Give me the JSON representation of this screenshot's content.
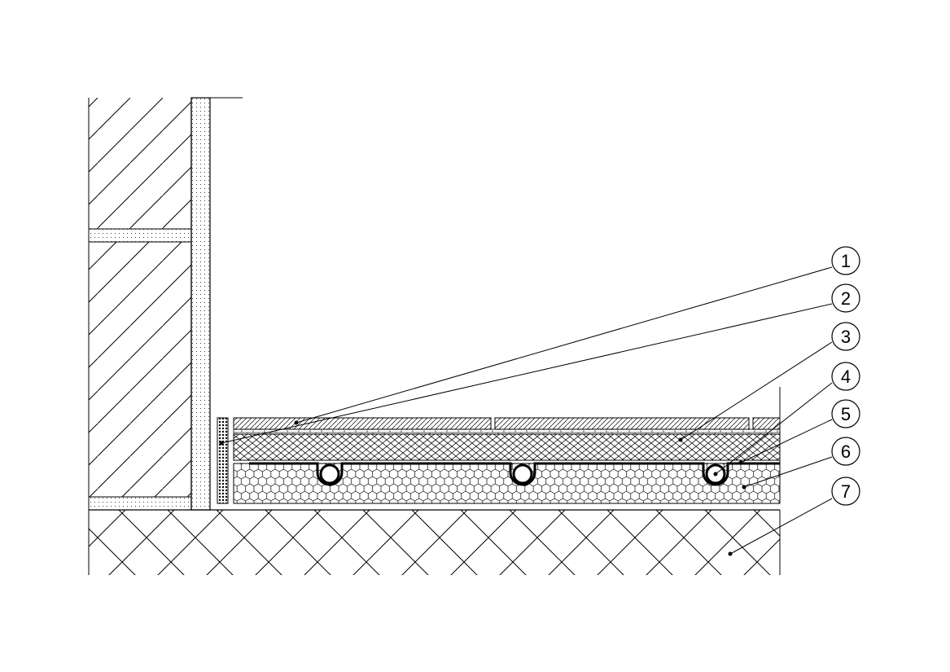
{
  "diagram": {
    "callouts": [
      {
        "label": "1"
      },
      {
        "label": "2"
      },
      {
        "label": "3"
      },
      {
        "label": "4"
      },
      {
        "label": "5"
      },
      {
        "label": "6"
      },
      {
        "label": "7"
      }
    ],
    "colors": {
      "line": "#000000",
      "background": "#ffffff"
    }
  }
}
